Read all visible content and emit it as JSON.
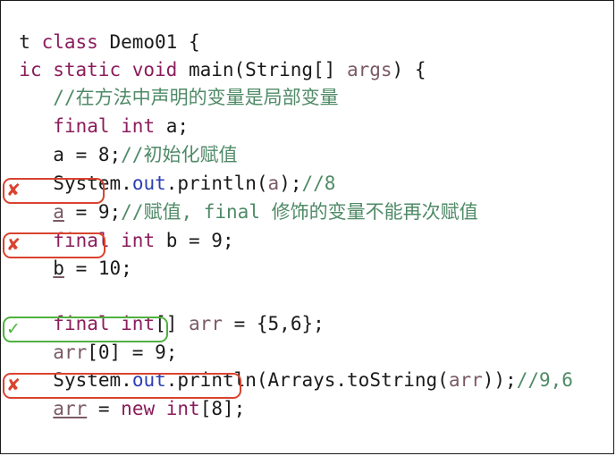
{
  "code": {
    "class_decl": [
      "t class Demo01 {"
    ],
    "method_decl": {
      "pre": "ic static void main(String[] ",
      "param": "args",
      "post": ") {"
    },
    "comment_local": "//在方法中声明的变量是局部变量",
    "final_int_a": "final int a;",
    "assign_a_8": {
      "code": "a = 8;",
      "comment": "//初始化赋值"
    },
    "println_a": {
      "pre": "System.",
      "field": "out",
      "mid": ".println(",
      "param": "a",
      "post": ");",
      "comment": "//8"
    },
    "assign_a_9": {
      "var": "a",
      "rest": " = 9;",
      "comment": "//赋值, final 修饰的变量不能再次赋值"
    },
    "final_int_b": "final int b = 9;",
    "assign_b_10": {
      "var": "b",
      "rest": " = 10;"
    },
    "final_int_arr": {
      "pre": "final int[] ",
      "var": "arr",
      "post": " = {5,6};"
    },
    "arr0_assign": {
      "var": "arr",
      "rest": "[0] = 9;"
    },
    "println_arr": {
      "pre": "System.",
      "field": "out",
      "mid": ".println(Arrays.toString(",
      "param": "arr",
      "post": "));",
      "comment": "//9,6"
    },
    "arr_new": {
      "var": "arr",
      "rest": " = new int[8];"
    }
  },
  "marks": {
    "error": "✘",
    "ok": "✓"
  },
  "colors": {
    "keyword": "#8b1d5c",
    "comment": "#4f8a67",
    "field": "#2c3fb3",
    "error_box": "#d9432f",
    "ok_box": "#4fb13f"
  }
}
